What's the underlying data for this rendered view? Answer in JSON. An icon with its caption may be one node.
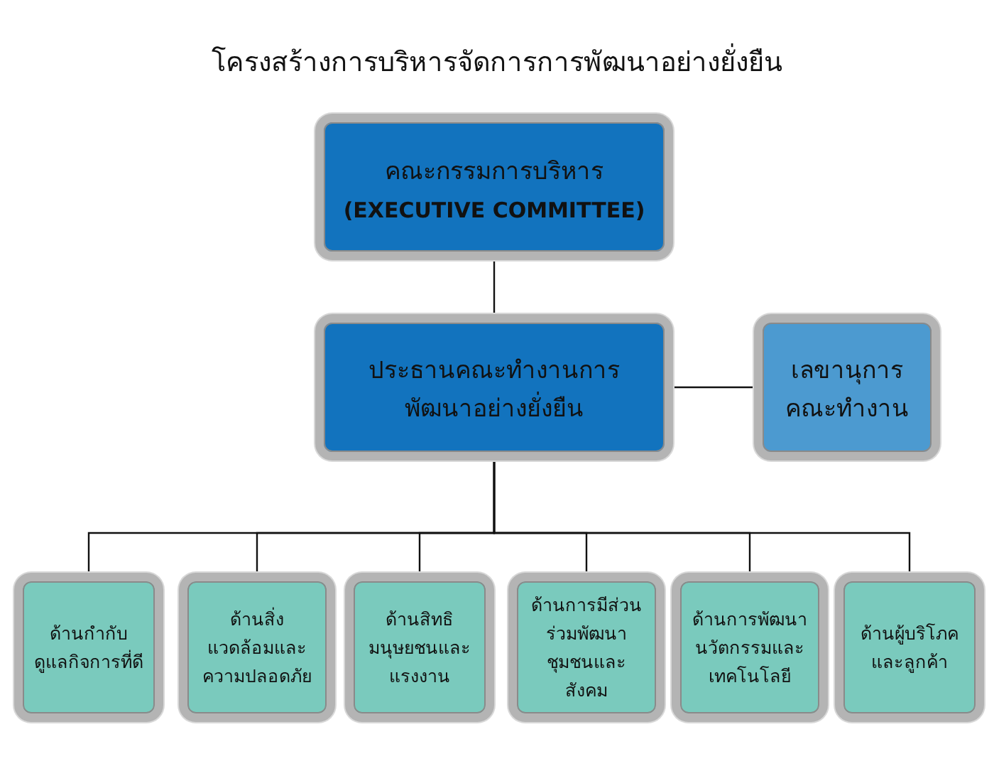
{
  "diagram": {
    "title": "โครงสร้างการบริหารจัดการการพัฒนาอย่างยั่งยืน",
    "nodes": [
      {
        "text": [
          "คณะกรรมการบริหาร",
          "(EXECUTIVE COMMITTEE)"
        ]
      },
      {
        "text": [
          "ประธานคณะทำงานการพัฒนาอย่างยั่งยืน"
        ]
      },
      {
        "text": [
          "เลขานุการคณะทำงาน"
        ]
      },
      {
        "text": [
          "ด้านกำกับดูแลกิจการที่ดี"
        ]
      },
      {
        "text": [
          "ด้านสิ่งแวดล้อมและความปลอดภัย"
        ]
      },
      {
        "text": [
          "ด้านสิทธิมนุษยชนและแรงงาน"
        ]
      },
      {
        "text": [
          "ด้านการมีส่วนร่วมพัฒนาชุมชนและสังคม"
        ]
      },
      {
        "text": [
          "ด้านการพัฒนานวัตกรรมและเทคโนโลยี"
        ]
      },
      {
        "text": [
          "ด้านผู้บริโภคและลูกค้า"
        ]
      }
    ],
    "edges": [
      {
        "from": 0,
        "to": 1,
        "arrow": "none"
      },
      {
        "from": 1,
        "to": 2,
        "arrow": "none"
      },
      {
        "from": 1,
        "to": 3,
        "arrow": "none"
      },
      {
        "from": 1,
        "to": 4,
        "arrow": "none"
      },
      {
        "from": 1,
        "to": 5,
        "arrow": "none"
      },
      {
        "from": 1,
        "to": 6,
        "arrow": "none"
      },
      {
        "from": 1,
        "to": 7,
        "arrow": "none"
      },
      {
        "from": 1,
        "to": 8,
        "arrow": "none"
      }
    ]
  }
}
